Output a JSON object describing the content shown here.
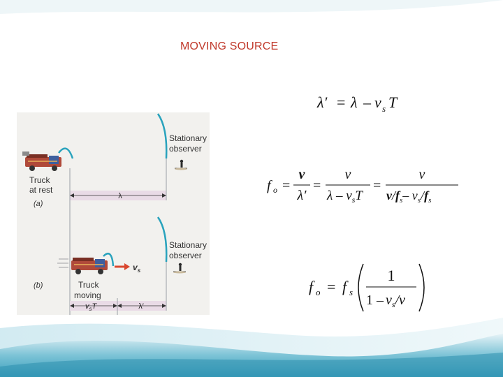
{
  "slide": {
    "title": "MOVING SOURCE",
    "colors": {
      "title": "#c0392b",
      "accent_wave": "#2aa3bd",
      "figure_bg": "#f2f1ee",
      "band": "#e9dbe6"
    }
  },
  "figure": {
    "panel_a": {
      "observer_label_line1": "Stationary",
      "observer_label_line2": "observer",
      "truck_label_line1": "Truck",
      "truck_label_line2": "at rest",
      "panel_tag": "(a)",
      "wavelength_label": "λ"
    },
    "panel_b": {
      "observer_label_line1": "Stationary",
      "observer_label_line2": "observer",
      "truck_label_line1": "Truck",
      "truck_label_line2": "moving",
      "panel_tag": "(b)",
      "velocity_symbol": "v",
      "velocity_subscript": "s",
      "distance_label_v": "v",
      "distance_label_sub": "s",
      "distance_label_T": "T",
      "wavelength_label": "λ′"
    }
  },
  "equations": {
    "eq1": {
      "lhs": "λ′",
      "rhs_lambda": "λ",
      "minus": "–",
      "v": "v",
      "s": "s",
      "T": "T",
      "equals": "="
    },
    "eq2": {
      "f": "f",
      "o": "o",
      "equals": "=",
      "num1": "v",
      "den1": "λ′",
      "num2": "v",
      "den2_a": "λ – v",
      "den2_s": "s",
      "den2_T": "T",
      "num3": "v",
      "den3_a": "v",
      "den3_fs": "f",
      "den3_s": "s",
      "den3_minus": "– v",
      "den3_vs": "s",
      "den3_fs2": "f",
      "den3_s2": "s",
      "slash": "/"
    },
    "eq3": {
      "f": "f",
      "o": "o",
      "equals": "=",
      "fs": "f",
      "s": "s",
      "num": "1",
      "den_1": "1 –",
      "den_v": "v",
      "den_s": "s",
      "slash": "/",
      "den_v2": "v"
    }
  }
}
